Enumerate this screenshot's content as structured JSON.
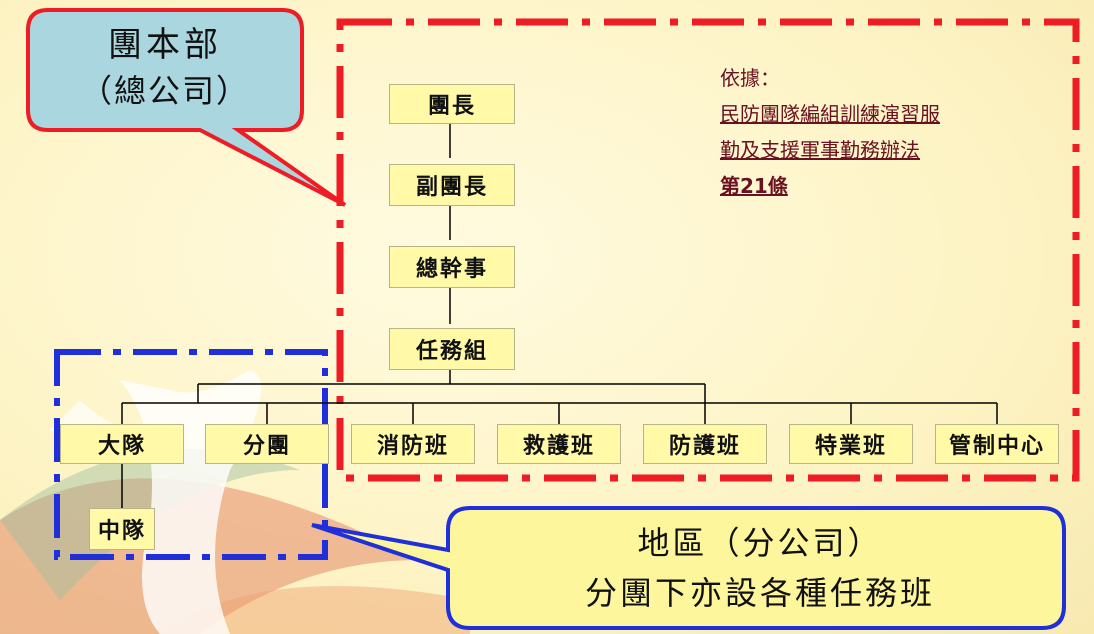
{
  "colors": {
    "box_fill": "#fff9a8",
    "red_frame": "#ee1c24",
    "blue_frame": "#1f2fd9",
    "hq_callout_fill": "#aad7df",
    "region_callout_fill": "#fdf69c",
    "basis_text": "#6b1020"
  },
  "hq_callout": {
    "line1": "團本部",
    "line2": "（總公司）"
  },
  "basis": {
    "label": "依據：",
    "line1": "民防團隊編組訓練演習服",
    "line2": "勤及支援軍事勤務辦法",
    "line3": "第21條"
  },
  "org": {
    "chief": "團長",
    "deputy": "副團長",
    "secretary": "總幹事",
    "task_group": "任務組",
    "brigade": "大隊",
    "branch": "分團",
    "squadron": "中隊",
    "teams": [
      "消防班",
      "救護班",
      "防護班",
      "特業班",
      "管制中心"
    ]
  },
  "region_callout": {
    "line1": "地區（分公司）",
    "line2": "分團下亦設各種任務班"
  }
}
